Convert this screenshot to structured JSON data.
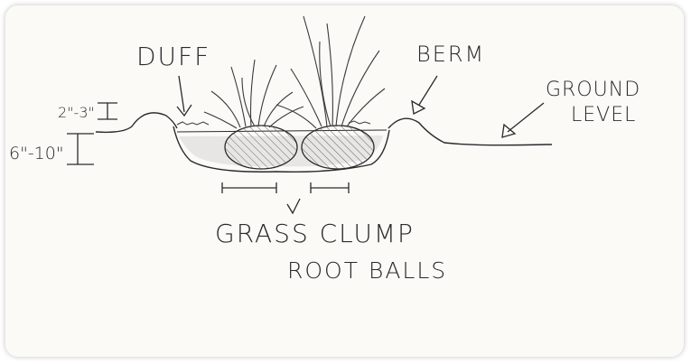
{
  "diagram": {
    "labels": {
      "duff": "DUFF",
      "berm": "BERM",
      "ground_level_line1": "GROUND",
      "ground_level_line2": "LEVEL",
      "berm_height": "2\"-3\"",
      "depth": "6\"-10\"",
      "root_balls_line1": "GRASS CLUMP",
      "root_balls_line2": "ROOT BALLS"
    },
    "colors": {
      "paper": "#fbfaf7",
      "pencil": "#2a2a2a",
      "shading": "#8a8a8a"
    }
  }
}
